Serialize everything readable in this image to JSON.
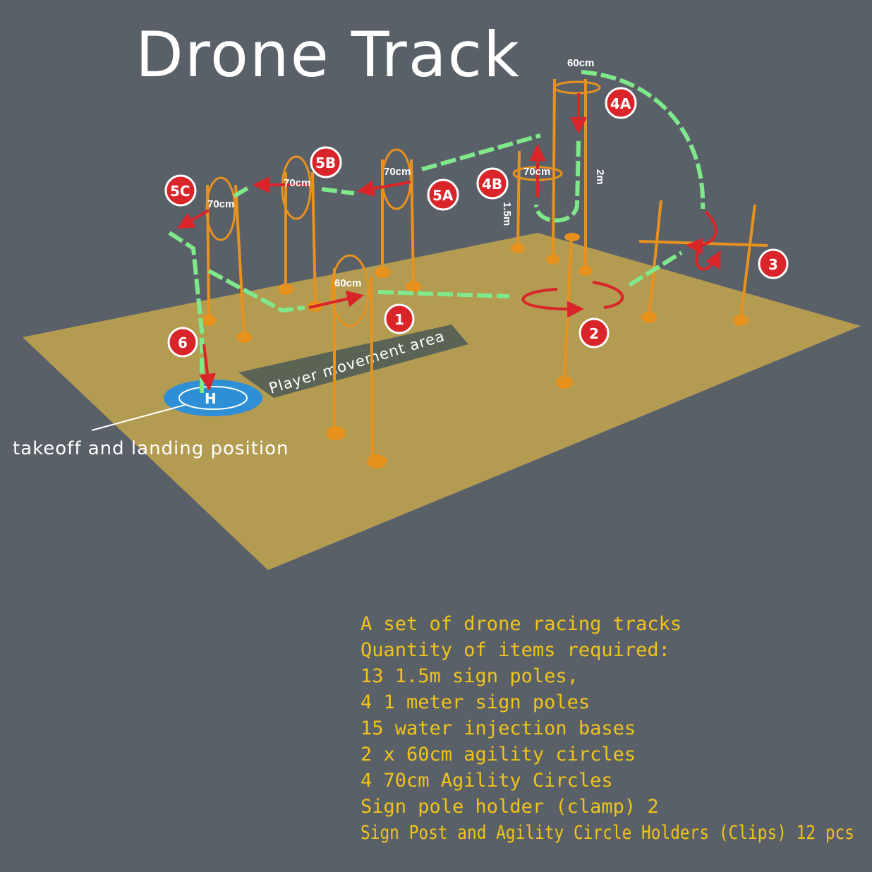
{
  "title": "Drone Track",
  "dimensions": {
    "top_hoop": "60cm",
    "hoop_4b": "70cm",
    "hoop_5a": "70cm",
    "hoop_5b": "70cm",
    "hoop_5c": "70cm",
    "hoop_1": "60cm",
    "height_2m": "2m",
    "height_15m": "1.5m"
  },
  "badges": {
    "b1": "1",
    "b2": "2",
    "b3": "3",
    "b4a": "4A",
    "b4b": "4B",
    "b5a": "5A",
    "b5b": "5B",
    "b5c": "5C",
    "b6": "6"
  },
  "labels": {
    "player_area": "Player movement area",
    "takeoff": "takeoff and landing position",
    "helipad": "H"
  },
  "info_lines": [
    "A set of drone racing tracks",
    "Quantity of items required:",
    "13 1.5m sign poles,",
    "4 1 meter sign poles",
    "15 water injection bases",
    "2 x 60cm agility circles",
    "4 70cm Agility Circles",
    "Sign pole holder (clamp) 2",
    "Sign Post and Agility Circle Holders (Clips) 12 pcs"
  ],
  "colors": {
    "background": "#5a6068",
    "ground": "#b39b52",
    "pole": "#e8921e",
    "path": "#7ee88a",
    "arrow": "#d9252a",
    "info_text": "#f0c419"
  }
}
